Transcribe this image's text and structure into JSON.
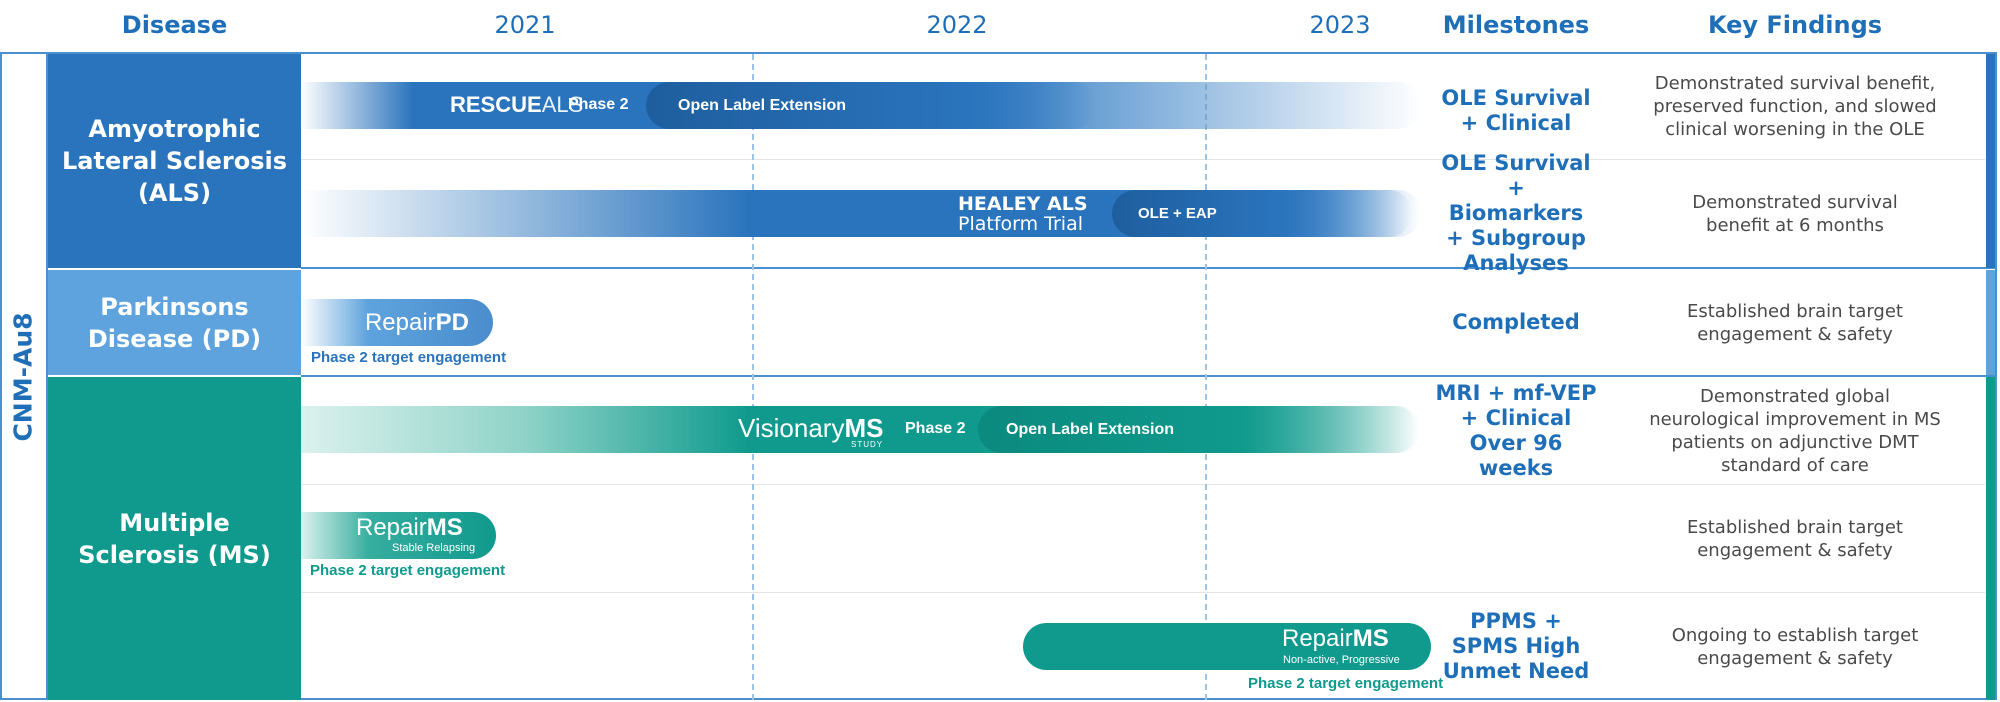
{
  "headers": {
    "disease": "Disease",
    "year_2021": "2021",
    "year_2022": "2022",
    "year_2023": "2023",
    "milestones": "Milestones",
    "key_findings": "Key Findings"
  },
  "drug": "CNM-Au8",
  "colors": {
    "brand_blue": "#1f6fb8",
    "als_blue": "#2a74bd",
    "pd_blue": "#5ea3dd",
    "ms_teal": "#0f9a8d",
    "finding_text": "#4a4a4a"
  },
  "diseases": {
    "als": "Amyotrophic Lateral Sclerosis (ALS)",
    "pd": "Parkinsons Disease (PD)",
    "ms": "Multiple Sclerosis (MS)"
  },
  "trials": {
    "rescue": {
      "name_a": "RESCUE",
      "name_b": "ALS",
      "phase": "Phase 2",
      "extension": "Open Label Extension"
    },
    "healey": {
      "name": "HEALEY ALS",
      "sub": "Platform Trial",
      "extension": "OLE + EAP"
    },
    "repair_pd": {
      "name_a": "Repair",
      "name_b": "PD",
      "caption": "Phase 2 target engagement"
    },
    "visionary": {
      "name_a": "Visionary",
      "name_b": "MS",
      "study": "STUDY",
      "phase": "Phase 2",
      "extension": "Open Label Extension"
    },
    "repair_ms_relapsing": {
      "name_a": "Repair",
      "name_b": "MS",
      "sub": "Stable Relapsing",
      "caption": "Phase 2 target engagement"
    },
    "repair_ms_progressive": {
      "name_a": "Repair",
      "name_b": "MS",
      "sub": "Non-active, Progressive",
      "caption": "Phase 2 target engagement"
    }
  },
  "milestones": {
    "rescue": "OLE Survival + Clinical",
    "healey": "OLE Survival + Biomarkers + Subgroup Analyses",
    "repair_pd": "Completed",
    "visionary": "MRI + mf-VEP + Clinical Over 96 weeks",
    "repair_ms_relapsing": "",
    "repair_ms_progressive": "PPMS + SPMS High Unmet Need"
  },
  "findings": {
    "rescue": "Demonstrated survival benefit, preserved function, and slowed clinical worsening in the OLE",
    "healey": "Demonstrated survival benefit at 6 months",
    "repair_pd": "Established brain target engagement & safety",
    "visionary": "Demonstrated global neurological improvement in MS patients on adjunctive DMT standard of care",
    "repair_ms_relapsing": "Established brain target engagement & safety",
    "repair_ms_progressive": "Ongoing to establish target engagement & safety"
  }
}
